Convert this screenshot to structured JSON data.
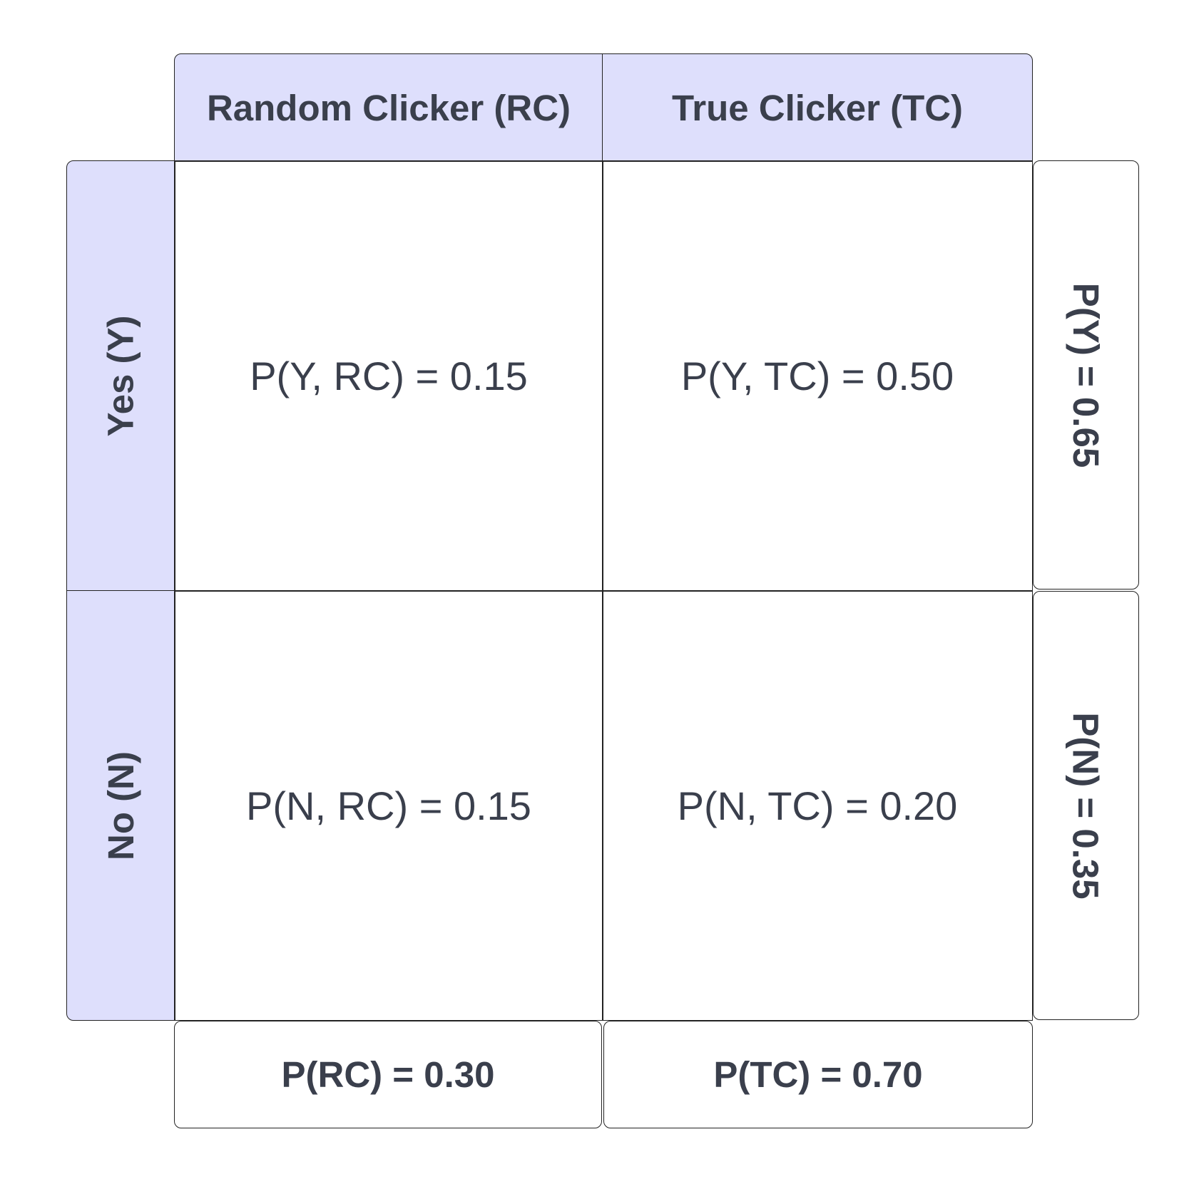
{
  "columns": {
    "rc": "Random Clicker (RC)",
    "tc": "True Clicker (TC)"
  },
  "rows": {
    "y": "Yes (Y)",
    "n": "No (N)"
  },
  "cells": {
    "y_rc": "P(Y, RC) = 0.15",
    "y_tc": "P(Y, TC) = 0.50",
    "n_rc": "P(N, RC) = 0.15",
    "n_tc": "P(N, TC) = 0.20"
  },
  "row_marginals": {
    "y": "P(Y) = 0.65",
    "n": "P(N) = 0.35"
  },
  "column_marginals": {
    "rc": "P(RC) = 0.30",
    "tc": "P(TC) = 0.70"
  },
  "colors": {
    "header_fill": "#dedffc",
    "text": "#3a3f4c",
    "border": "#222222"
  }
}
